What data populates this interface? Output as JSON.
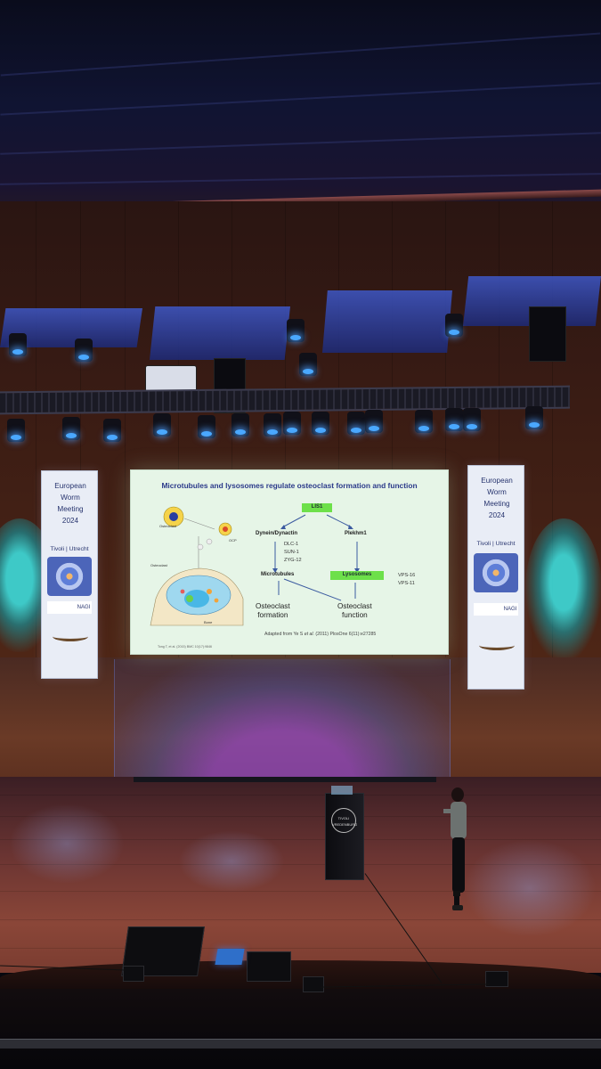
{
  "slide": {
    "title": "Microtubules and lysosomes regulate osteoclast formation and function",
    "cell_labels": {
      "osteoblast": "Osteoblast",
      "ocp": "OCP",
      "osteoclast": "Osteoclast",
      "bone": "Bone"
    },
    "lis1": "LIS1",
    "dynein": "Dynein/Dynactin",
    "plekhm1": "Plekhm1",
    "dynein_partners": [
      "DLC-1",
      "SUN-1",
      "ZYG-12"
    ],
    "microtubules": "Microtubules",
    "lysosomes": "Lysosomes",
    "vps": [
      "VPS-16",
      "VPS-11"
    ],
    "formation": "Osteoclast\nformation",
    "function": "Osteoclast\nfunction",
    "citation_prefix": "Adapted from Ye S ",
    "citation_et_al": "et al.",
    "citation_suffix": " (2011) PlosOne 6(11):e27285",
    "figure_cite": "Tong T, et al. (2015) BMC 10(17):9846"
  },
  "banner": {
    "title_lines": [
      "European",
      "Worm",
      "Meeting",
      "2024"
    ],
    "venue": "Tivoli | Utrecht",
    "logo_text": "NAGI"
  },
  "lectern": {
    "logo_text": "TIVOLI VREDENBURG"
  },
  "colors": {
    "slide_bg": "#e6f5e7",
    "slide_title": "#2b3a8a",
    "highlight_box": "#6de04a",
    "banner_text": "#27346e",
    "cyan_light": "#3ce6e6"
  }
}
